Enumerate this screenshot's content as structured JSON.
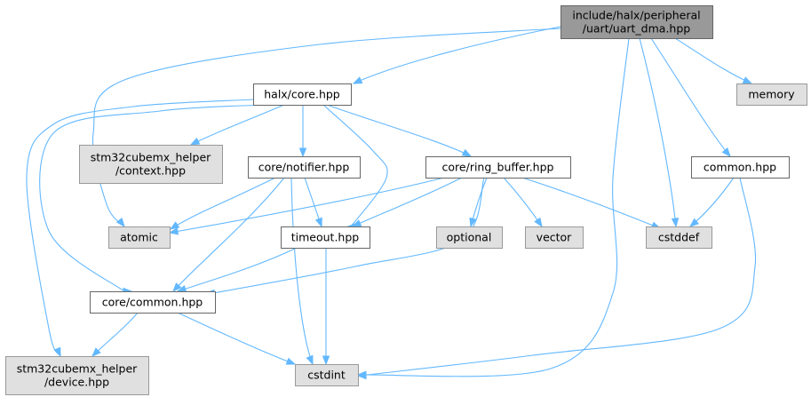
{
  "nodes": [
    {
      "id": "root",
      "lines": [
        "include/halx/peripheral",
        "/uart/uart_dma.hpp"
      ],
      "style": "root"
    },
    {
      "id": "halx_core",
      "lines": [
        "halx/core.hpp"
      ],
      "style": "white"
    },
    {
      "id": "memory",
      "lines": [
        "memory"
      ],
      "style": "gray"
    },
    {
      "id": "stm32_context",
      "lines": [
        "stm32cubemx_helper",
        "/context.hpp"
      ],
      "style": "gray"
    },
    {
      "id": "notifier",
      "lines": [
        "core/notifier.hpp"
      ],
      "style": "white"
    },
    {
      "id": "ring_buffer",
      "lines": [
        "core/ring_buffer.hpp"
      ],
      "style": "white"
    },
    {
      "id": "common_hpp",
      "lines": [
        "common.hpp"
      ],
      "style": "white"
    },
    {
      "id": "atomic",
      "lines": [
        "atomic"
      ],
      "style": "gray"
    },
    {
      "id": "timeout",
      "lines": [
        "timeout.hpp"
      ],
      "style": "white"
    },
    {
      "id": "optional",
      "lines": [
        "optional"
      ],
      "style": "gray"
    },
    {
      "id": "vector",
      "lines": [
        "vector"
      ],
      "style": "gray"
    },
    {
      "id": "cstddef",
      "lines": [
        "cstddef"
      ],
      "style": "gray"
    },
    {
      "id": "core_common",
      "lines": [
        "core/common.hpp"
      ],
      "style": "white"
    },
    {
      "id": "stm32_device",
      "lines": [
        "stm32cubemx_helper",
        "/device.hpp"
      ],
      "style": "gray"
    },
    {
      "id": "cstdint",
      "lines": [
        "cstdint"
      ],
      "style": "gray"
    }
  ],
  "edges": [
    {
      "from": "root",
      "to": "halx_core"
    },
    {
      "from": "root",
      "to": "atomic"
    },
    {
      "from": "root",
      "to": "memory"
    },
    {
      "from": "root",
      "to": "common_hpp"
    },
    {
      "from": "root",
      "to": "cstddef"
    },
    {
      "from": "root",
      "to": "cstdint"
    },
    {
      "from": "halx_core",
      "to": "stm32_context"
    },
    {
      "from": "halx_core",
      "to": "notifier"
    },
    {
      "from": "halx_core",
      "to": "ring_buffer"
    },
    {
      "from": "halx_core",
      "to": "timeout"
    },
    {
      "from": "halx_core",
      "to": "core_common"
    },
    {
      "from": "halx_core",
      "to": "stm32_device"
    },
    {
      "from": "notifier",
      "to": "atomic"
    },
    {
      "from": "notifier",
      "to": "timeout"
    },
    {
      "from": "notifier",
      "to": "core_common"
    },
    {
      "from": "notifier",
      "to": "cstdint"
    },
    {
      "from": "ring_buffer",
      "to": "atomic"
    },
    {
      "from": "ring_buffer",
      "to": "timeout"
    },
    {
      "from": "ring_buffer",
      "to": "optional"
    },
    {
      "from": "ring_buffer",
      "to": "vector"
    },
    {
      "from": "ring_buffer",
      "to": "cstddef"
    },
    {
      "from": "ring_buffer",
      "to": "core_common"
    },
    {
      "from": "common_hpp",
      "to": "cstddef"
    },
    {
      "from": "common_hpp",
      "to": "cstdint"
    },
    {
      "from": "timeout",
      "to": "core_common"
    },
    {
      "from": "timeout",
      "to": "cstdint"
    },
    {
      "from": "core_common",
      "to": "stm32_device"
    },
    {
      "from": "core_common",
      "to": "cstdint"
    }
  ]
}
